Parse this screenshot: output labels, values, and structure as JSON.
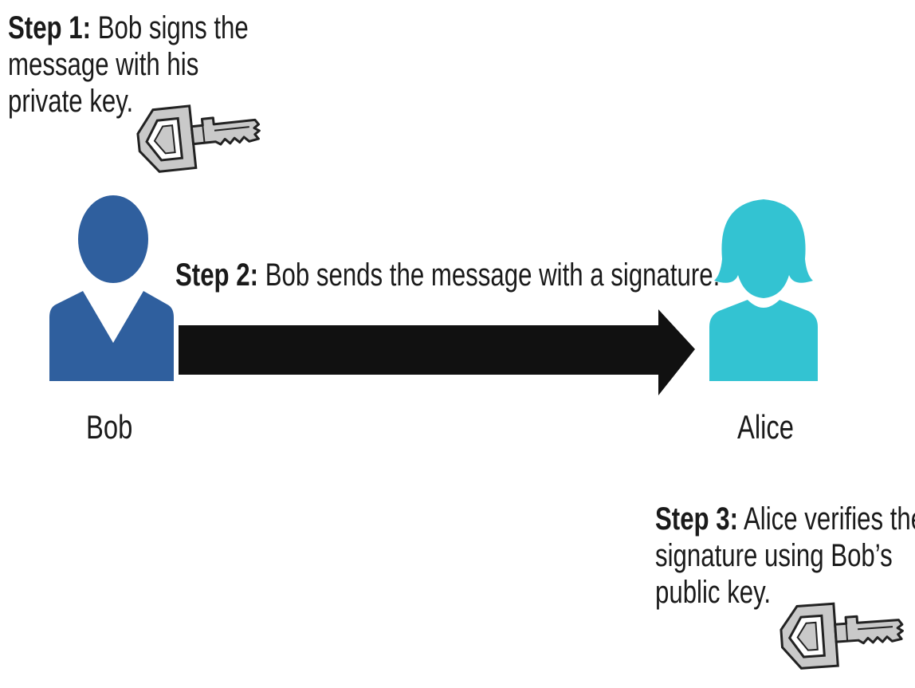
{
  "step1": {
    "label": "Step 1:",
    "lines": [
      "Bob signs the",
      "message with his",
      "private key."
    ]
  },
  "step2": {
    "label": "Step 2:",
    "text": "Bob sends the message with a signature."
  },
  "step3": {
    "label": "Step 3:",
    "lines": [
      "Alice verifies the",
      "signature using Bob’s",
      "public key."
    ]
  },
  "people": {
    "sender": "Bob",
    "receiver": "Alice"
  },
  "colors": {
    "bob": "#2f5f9e",
    "alice": "#33c3d2",
    "arrow": "#111111",
    "key": "#c9c9c9"
  },
  "icons": [
    "private-key-icon",
    "public-key-icon",
    "bob-icon",
    "alice-icon",
    "arrow-icon"
  ]
}
